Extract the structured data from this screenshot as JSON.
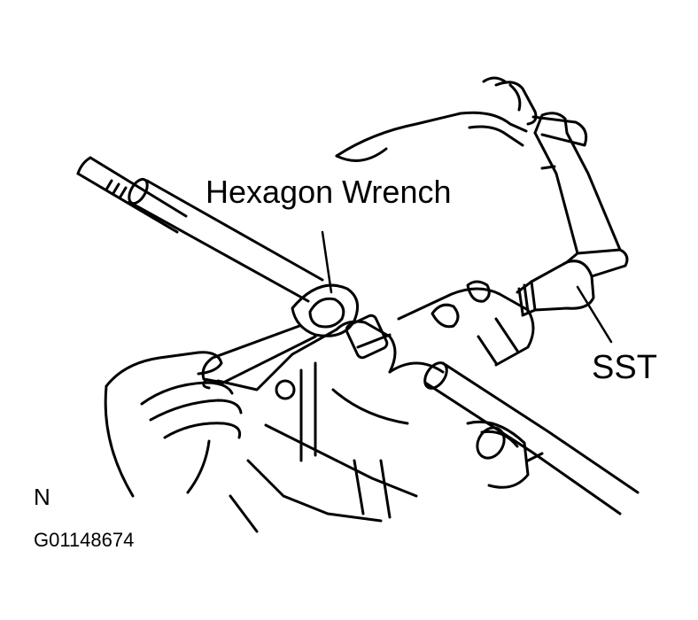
{
  "labels": {
    "hexagon_wrench": "Hexagon Wrench",
    "sst": "SST",
    "view_letter": "N",
    "figure_code": "G01148674"
  },
  "colors": {
    "ink": "#000000",
    "paper": "#ffffff"
  }
}
